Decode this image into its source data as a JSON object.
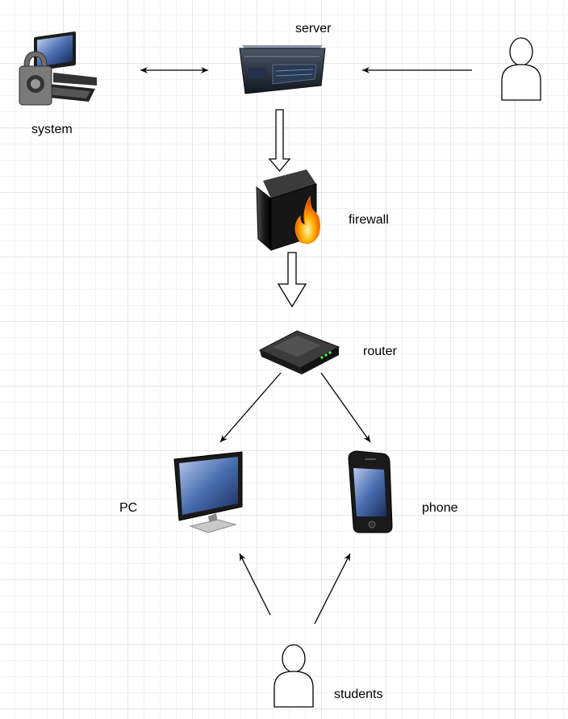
{
  "labels": {
    "server": "server",
    "system": "system",
    "firewall": "firewall",
    "router": "router",
    "pc": "PC",
    "phone": "phone",
    "students": "students"
  },
  "icons": {
    "server": "server-icon",
    "system": "locked-computer-icon",
    "firewall": "firewall-icon",
    "router": "router-icon",
    "pc": "monitor-icon",
    "phone": "smartphone-icon",
    "admin": "person-icon",
    "students": "person-icon"
  },
  "colors": {
    "edge": "#000000",
    "flame": "#ff7a00",
    "screen": "#4a6fb0"
  }
}
